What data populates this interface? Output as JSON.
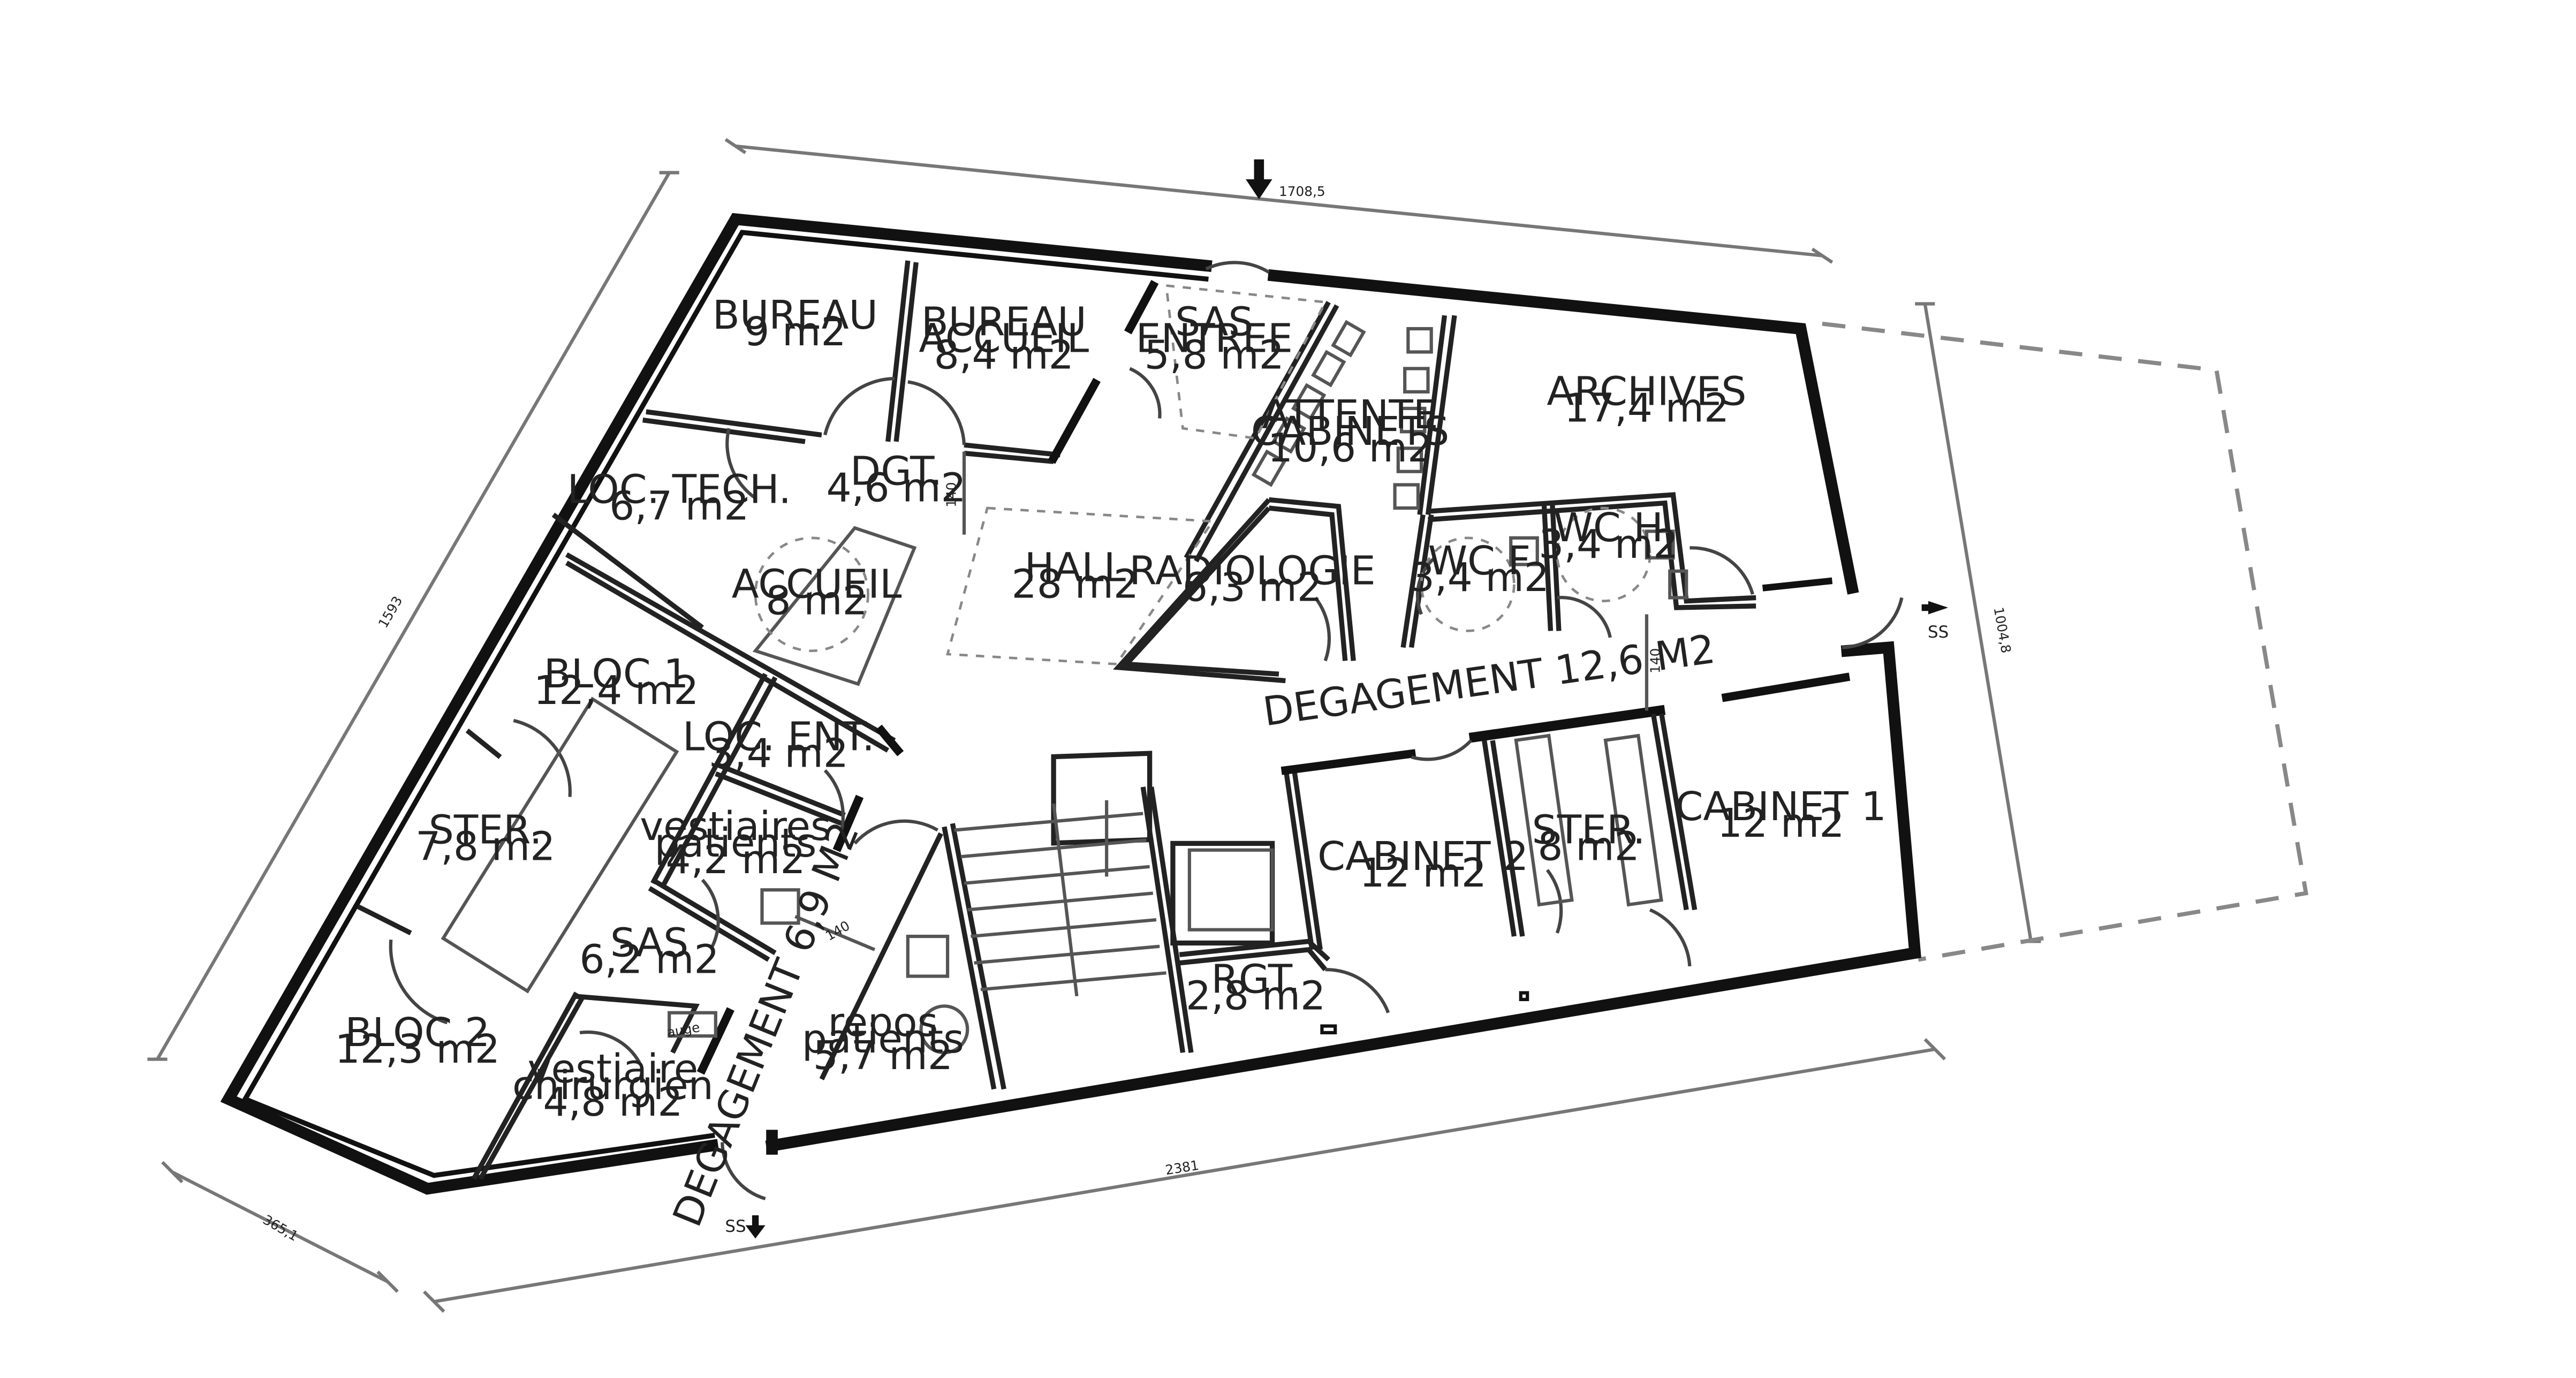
{
  "rooms": [
    {
      "id": "bureau",
      "name": "BUREAU",
      "area": "9 m2"
    },
    {
      "id": "bureau-accueil",
      "name": "BUREAU",
      "name2": "ACCUEIL",
      "area": "8,4 m2"
    },
    {
      "id": "sas-entree",
      "name": "SAS",
      "name2": "ENTREE",
      "area": "5,8 m2"
    },
    {
      "id": "attente-cabinets",
      "name": "ATTENTE",
      "name2": "CABINETS",
      "area": "10,6 m2"
    },
    {
      "id": "archives",
      "name": "ARCHIVES",
      "area": "17,4 m2"
    },
    {
      "id": "loc-tech",
      "name": "LOC. TECH.",
      "area": "6,7 m2"
    },
    {
      "id": "dgt",
      "name": "DGT.",
      "area": "4,6 m2"
    },
    {
      "id": "accueil",
      "name": "ACCUEIL",
      "area": "8 m2"
    },
    {
      "id": "hall",
      "name": "HALL",
      "area": "28 m2"
    },
    {
      "id": "radiologie",
      "name": "RADIOLOGIE",
      "area": "6,3 m2"
    },
    {
      "id": "wc-f",
      "name": "WC F",
      "area": "3,4 m2"
    },
    {
      "id": "wc-h",
      "name": "WC H",
      "area": "3,4 m2"
    },
    {
      "id": "bloc-1",
      "name": "BLOC 1",
      "area": "12,4 m2"
    },
    {
      "id": "loc-ent",
      "name": "LOC. ENT.",
      "area": "3,4 m2"
    },
    {
      "id": "ster-left",
      "name": "STER.",
      "area": "7,8 m2"
    },
    {
      "id": "vestiaires-patients",
      "name": "vestiaires",
      "name2": "patients",
      "area": "4,2 m2"
    },
    {
      "id": "sas",
      "name": "SAS",
      "area": "6,2 m2"
    },
    {
      "id": "bloc-2",
      "name": "BLOC 2",
      "area": "12,3 m2"
    },
    {
      "id": "vestiaire-chirurgien",
      "name": "vestiaire",
      "name2": "chirurgien",
      "area": "4,8 m2"
    },
    {
      "id": "repos-patients",
      "name": "repos",
      "name2": "patients",
      "area": "5,7 m2"
    },
    {
      "id": "cabinet-2",
      "name": "CABINET 2",
      "area": "12 m2"
    },
    {
      "id": "ster-right",
      "name": "STER.",
      "area": "8 m2"
    },
    {
      "id": "cabinet-1",
      "name": "CABINET 1",
      "area": "12 m2"
    },
    {
      "id": "rgt",
      "name": "RGT.",
      "area": "2,8 m2"
    }
  ],
  "corridors": {
    "degagement_main": "DEGAGEMENT 12,6 M2",
    "degagement_vertical": "DEGAGEMENT 6,9 M2"
  },
  "labels": {
    "auge": "auge",
    "clearance_1": "140",
    "clearance_2": "140",
    "clearance_3": "140"
  },
  "dimensions": {
    "top": "1708,5",
    "left": "1593",
    "right": "1004,8",
    "bottom": "2381",
    "bottom_left": "365,1"
  },
  "exits": {
    "ss_right": "SS",
    "ss_bottom": "SS"
  }
}
